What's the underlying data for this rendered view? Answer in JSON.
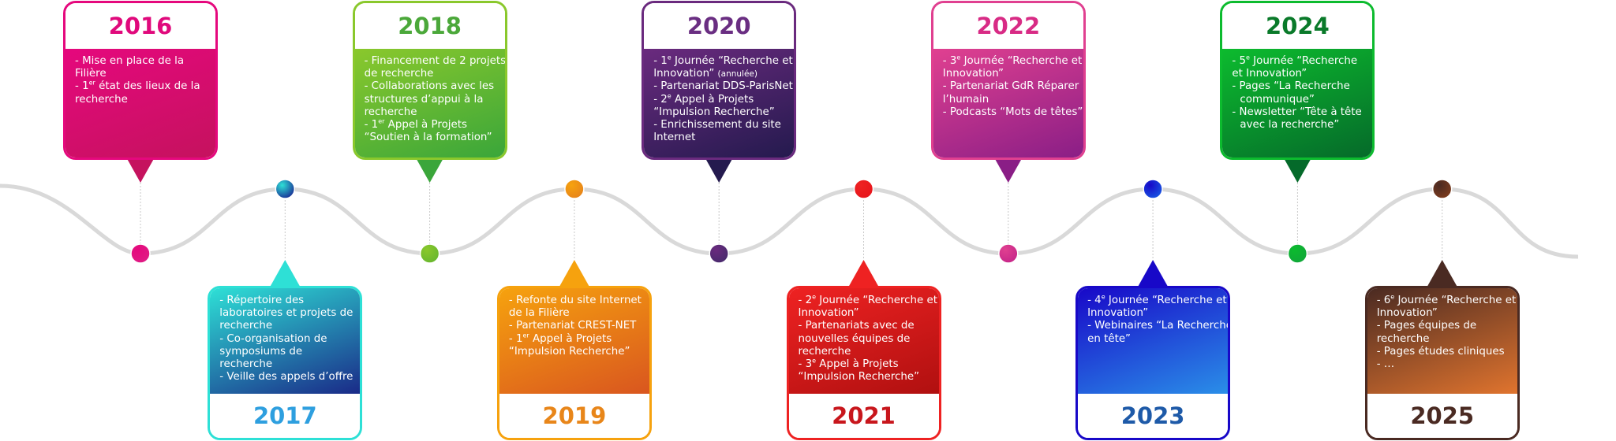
{
  "milestones": [
    {
      "year": "2016",
      "position": "top",
      "colors": {
        "c1": "#e5087d",
        "c2": "#c5125e",
        "year": "#e0097c",
        "dot": "#e01a84"
      },
      "lines": [
        {
          "t": "- Mise en place de la"
        },
        {
          "t": "Filière"
        },
        {
          "t": "- 1",
          "sup": "er",
          "t2": " état des lieux de la"
        },
        {
          "t": "recherche"
        }
      ]
    },
    {
      "year": "2017",
      "position": "bottom",
      "colors": {
        "c1": "#2ee0d6",
        "c2": "#1a2a88",
        "year": "#2e9fdf",
        "dot": "#1b3a9a"
      },
      "lines": [
        {
          "t": " - Répertoire des"
        },
        {
          "t": "laboratoires et projets de"
        },
        {
          "t": "recherche"
        },
        {
          "t": "- Co-organisation de"
        },
        {
          "t": "symposiums de"
        },
        {
          "t": "recherche"
        },
        {
          "t": "- Veille des appels d’offre"
        }
      ]
    },
    {
      "year": "2018",
      "position": "top",
      "colors": {
        "c1": "#8ac82c",
        "c2": "#3aa63a",
        "year": "#4ba83a",
        "dot": "#6ab82e"
      },
      "lines": [
        {
          "t": "- Financement de 2 projets"
        },
        {
          "t": "de recherche"
        },
        {
          "t": "- Collaborations avec les"
        },
        {
          "t": "structures d’appui à la"
        },
        {
          "t": "recherche"
        },
        {
          "t": "- 1",
          "sup": "er",
          "t2": " Appel à Projets"
        },
        {
          "t": "“Soutien à la formation”"
        }
      ]
    },
    {
      "year": "2019",
      "position": "bottom",
      "colors": {
        "c1": "#f6a20e",
        "c2": "#d9561f",
        "year": "#e8861a",
        "dot": "#e8861a"
      },
      "lines": [
        {
          "t": "- Refonte du site Internet"
        },
        {
          "t": "de la Filière"
        },
        {
          "t": "- Partenariat CREST-NET"
        },
        {
          "t": "- 1",
          "sup": "er",
          "t2": " Appel à Projets"
        },
        {
          "t": "“Impulsion Recherche”"
        }
      ]
    },
    {
      "year": "2020",
      "position": "top",
      "colors": {
        "c1": "#6a2a7e",
        "c2": "#241a4e",
        "year": "#6a2e82",
        "dot": "#4a2a6e"
      },
      "lines": [
        {
          "t": "- 1",
          "sup": "e",
          "t2": " Journée “Recherche et"
        },
        {
          "t": "Innovation” ",
          "note": "(annulée)"
        },
        {
          "t": "- Partenariat DDS-ParisNet"
        },
        {
          "t": "- 2",
          "sup": "e",
          "t2": " Appel à Projets"
        },
        {
          "t": "“Impulsion Recherche”"
        },
        {
          "t": "- Enrichissement du site"
        },
        {
          "t": "Internet"
        }
      ]
    },
    {
      "year": "2021",
      "position": "bottom",
      "colors": {
        "c1": "#ee2222",
        "c2": "#b01010",
        "year": "#c8161c",
        "dot": "#e8161c"
      },
      "lines": [
        {
          "t": "- 2",
          "sup": "e",
          "t2": " Journée “Recherche et"
        },
        {
          "t": "Innovation”"
        },
        {
          "t": "- Partenariats avec de"
        },
        {
          "t": "nouvelles équipes de"
        },
        {
          "t": "recherche"
        },
        {
          "t": "- 3",
          "sup": "e",
          "t2": " Appel à Projets"
        },
        {
          "t": "“Impulsion Recherche”"
        }
      ]
    },
    {
      "year": "2022",
      "position": "top",
      "colors": {
        "c1": "#e04090",
        "c2": "#8a1e86",
        "year": "#d82b85",
        "dot": "#c8288a"
      },
      "lines": [
        {
          "t": "- 3",
          "sup": "e",
          "t2": " Journée “Recherche et"
        },
        {
          "t": "Innovation”"
        },
        {
          "t": "- Partenariat GdR Réparer"
        },
        {
          "t": "l’humain"
        },
        {
          "t": "- Podcasts “Mots de têtes”"
        }
      ]
    },
    {
      "year": "2023",
      "position": "bottom",
      "colors": {
        "c1": "#1808c8",
        "c2": "#2a8ee8",
        "year": "#1e5aa8",
        "dot": "#1850e0"
      },
      "lines": [
        {
          "t": "- 4",
          "sup": "e",
          "t2": " Journée “Recherche et"
        },
        {
          "t": "Innovation”"
        },
        {
          "t": "- Webinaires “La Recherche"
        },
        {
          "t": "en tête”"
        }
      ]
    },
    {
      "year": "2024",
      "position": "top",
      "colors": {
        "c1": "#0cbb2e",
        "c2": "#056a2a",
        "year": "#0a7a2a",
        "dot": "#10a838"
      },
      "lines": [
        {
          "t": "- 5",
          "sup": "e",
          "t2": " Journée “Recherche"
        },
        {
          "t": "et Innovation”"
        },
        {
          "t": "- Pages “La Recherche"
        },
        {
          "t": "communique”",
          "ind": true
        },
        {
          "t": "- Newsletter “Tête à tête"
        },
        {
          "t": "avec la recherche”",
          "ind": true
        }
      ]
    },
    {
      "year": "2025",
      "position": "bottom",
      "colors": {
        "c1": "#4a2a22",
        "c2": "#e0742e",
        "year": "#4a2a22",
        "dot": "#7a3a1e"
      },
      "lines": [
        {
          "t": "- 6",
          "sup": "e",
          "t2": " Journée “Recherche et"
        },
        {
          "t": "Innovation”"
        },
        {
          "t": "- Pages équipes de"
        },
        {
          "t": "recherche"
        },
        {
          "t": "- Pages études cliniques"
        },
        {
          "t": "- …"
        }
      ]
    }
  ]
}
